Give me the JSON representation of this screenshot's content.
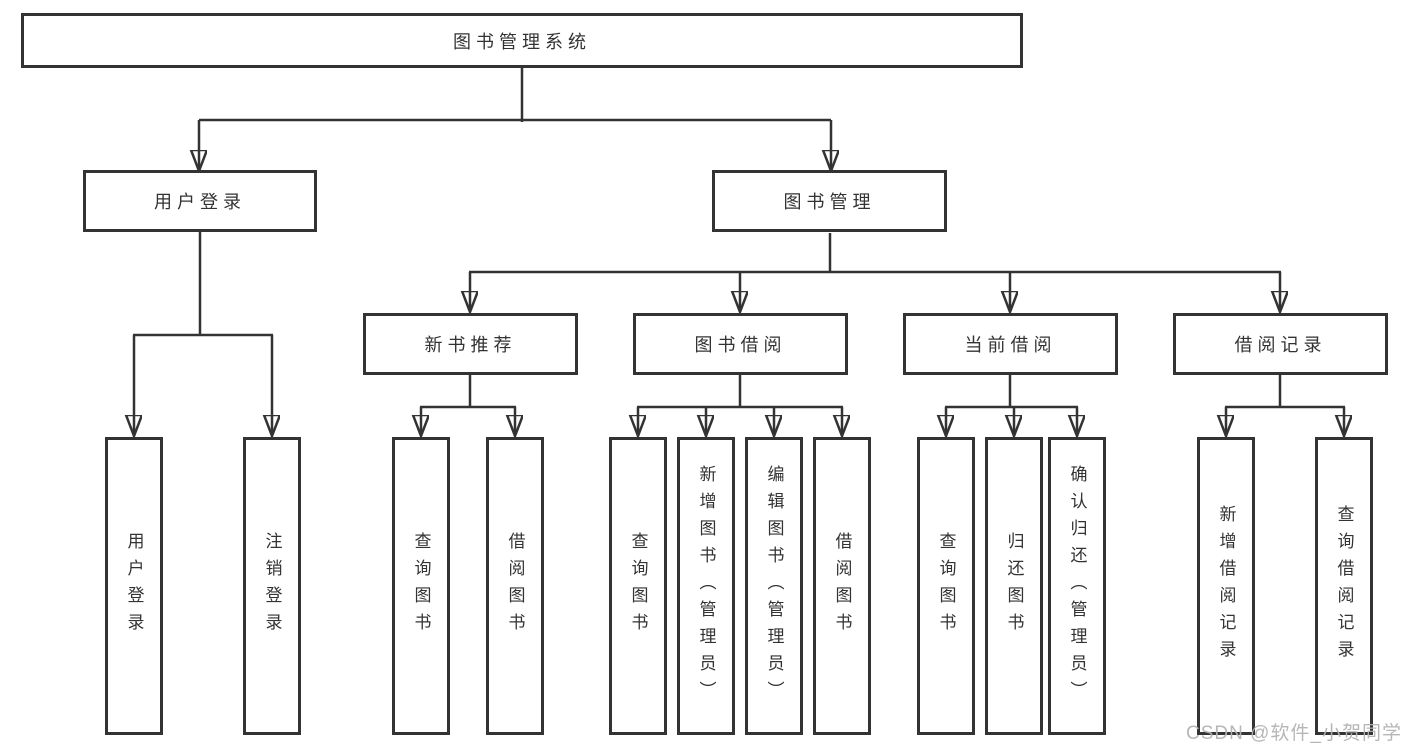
{
  "nodes": {
    "root": "图书管理系统",
    "login": "用户登录",
    "mgmt": "图书管理",
    "rec": "新书推荐",
    "borrow": "图书借阅",
    "current": "当前借阅",
    "records": "借阅记录",
    "login_user": "用户登录",
    "login_logout": "注销登录",
    "rec_query": "查询图书",
    "rec_borrow": "借阅图书",
    "borrow_query": "查询图书",
    "borrow_add": "新增图书（管理员）",
    "borrow_edit": "编辑图书（管理员）",
    "borrow_borrow": "借阅图书",
    "current_query": "查询图书",
    "current_return": "归还图书",
    "current_confirm": "确认归还（管理员）",
    "records_add": "新增借阅记录",
    "records_query": "查询借阅记录"
  },
  "hierarchy": {
    "图书管理系统": [
      "用户登录",
      "图书管理"
    ],
    "用户登录": [
      "用户登录",
      "注销登录"
    ],
    "图书管理": [
      "新书推荐",
      "图书借阅",
      "当前借阅",
      "借阅记录"
    ],
    "新书推荐": [
      "查询图书",
      "借阅图书"
    ],
    "图书借阅": [
      "查询图书",
      "新增图书（管理员）",
      "编辑图书（管理员）",
      "借阅图书"
    ],
    "当前借阅": [
      "查询图书",
      "归还图书",
      "确认归还（管理员）"
    ],
    "借阅记录": [
      "新增借阅记录",
      "查询借阅记录"
    ]
  },
  "watermark": "CSDN @软件_小贺同学",
  "colors": {
    "line": "#333333",
    "text": "#333333",
    "background": "#ffffff",
    "watermark": "#b3b3b3"
  }
}
